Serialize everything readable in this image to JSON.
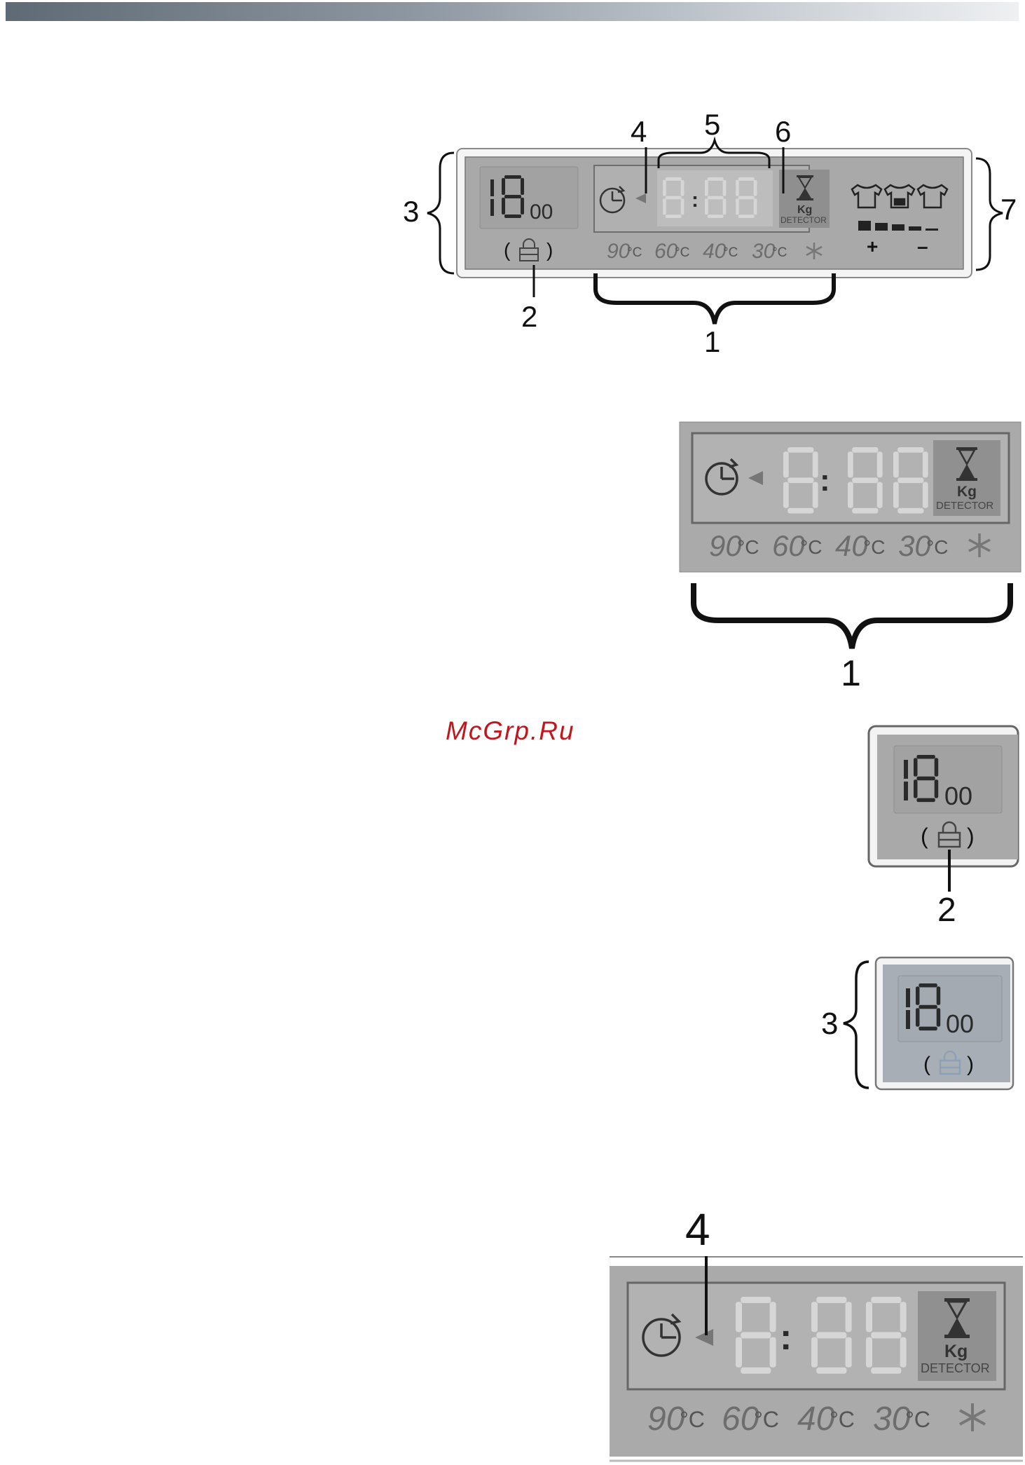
{
  "watermark": "McGrp.Ru",
  "colors": {
    "panel": "#a8a8a8",
    "display_bg": "#b4b4b4",
    "accent": "#c0161d"
  },
  "icons": [
    "delay-timer-icon",
    "hourglass-icon",
    "lock-icon",
    "tshirt-icon",
    "snowflake-icon"
  ],
  "overview": {
    "callouts": {
      "c1": "1",
      "c2": "2",
      "c3": "3",
      "c4": "4",
      "c5": "5",
      "c6": "6",
      "c7": "7"
    },
    "spin_digits": "18",
    "spin_small": "00",
    "lock_open": "(",
    "lock_close": ")",
    "colon": ":",
    "kg": "Kg",
    "detector": "DETECTOR",
    "temps": [
      "90",
      "60",
      "40",
      "30"
    ],
    "deg": "°C",
    "plus": "+",
    "minus": "–"
  },
  "detail_temp": {
    "callout": "1",
    "kg": "Kg",
    "detector": "DETECTOR",
    "temps": [
      "90",
      "60",
      "40",
      "30"
    ],
    "deg": "°C",
    "colon": ":"
  },
  "detail_lock": {
    "callout": "2",
    "spin_digits": "18",
    "spin_small": "00",
    "lock_open": "(",
    "lock_close": ")"
  },
  "detail_spin": {
    "callout": "3",
    "spin_digits": "18",
    "spin_small": "00",
    "lock_open": "(",
    "lock_close": ")"
  },
  "detail_delay": {
    "callout": "4",
    "kg": "Kg",
    "detector": "DETECTOR",
    "temps": [
      "90",
      "60",
      "40",
      "30"
    ],
    "deg": "°C",
    "colon": ":"
  }
}
